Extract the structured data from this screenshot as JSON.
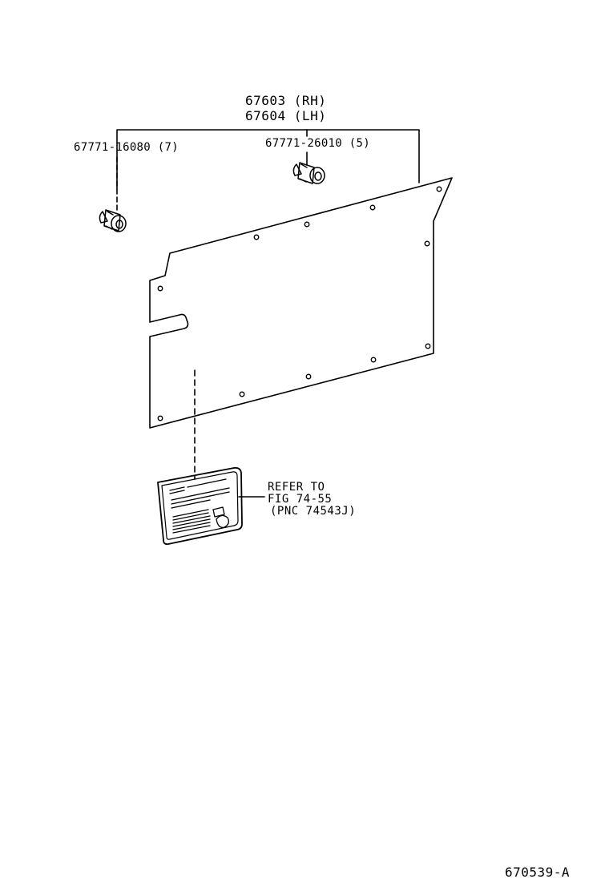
{
  "labels": {
    "panel_rh": "67603 (RH)",
    "panel_lh": "67604 (LH)",
    "clip_a": "67771-16080 (7)",
    "clip_b": "67771-26010 (5)",
    "refer_line1": "REFER TO",
    "refer_line2": "FIG 74-55",
    "refer_line3": "(PNC 74543J)",
    "figure_id": "670539-A"
  }
}
